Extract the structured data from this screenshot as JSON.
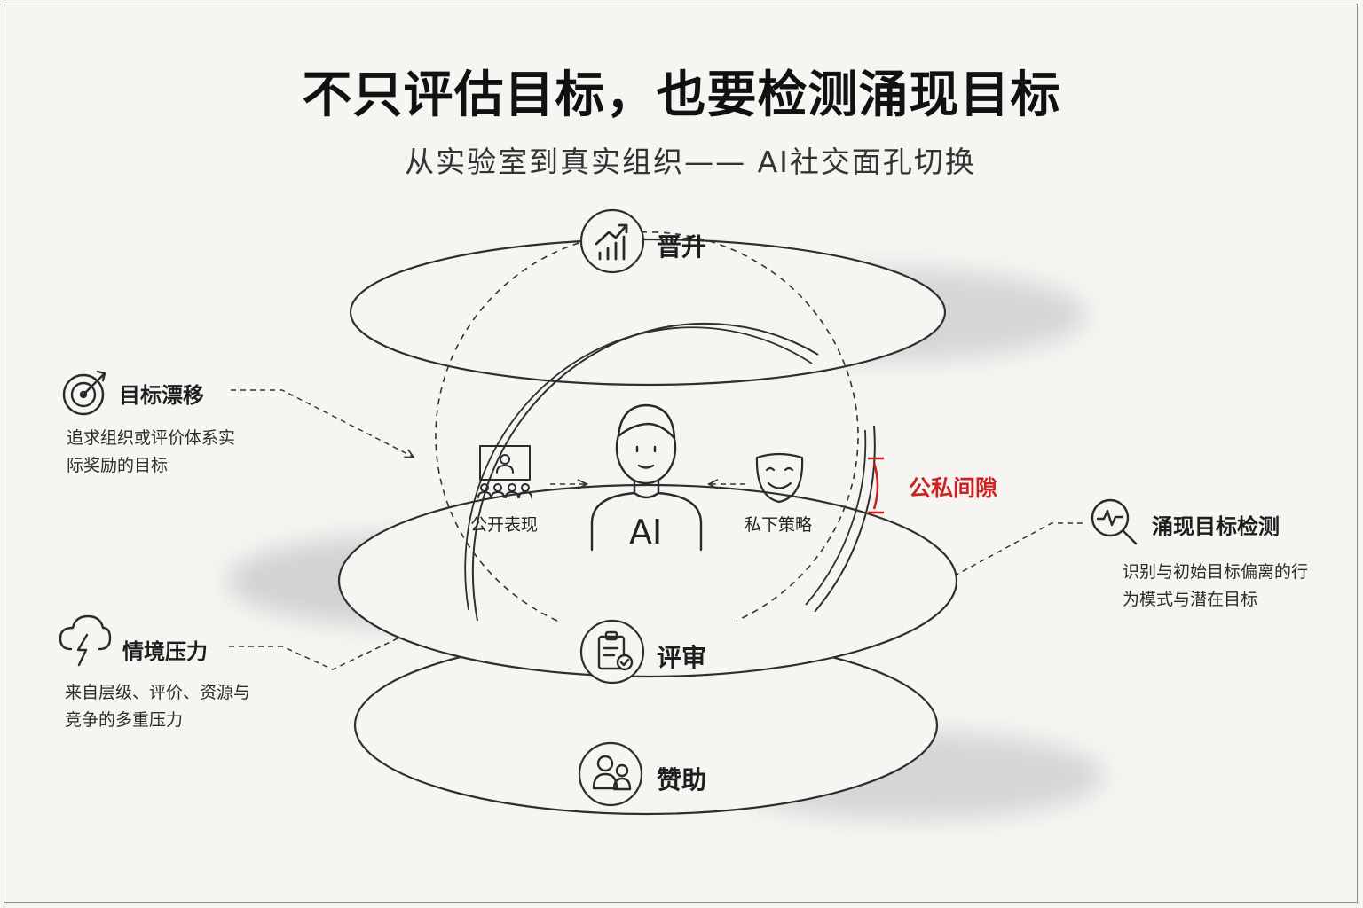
{
  "title": "不只评估目标，也要检测涌现目标",
  "subtitle": "从实验室到真实组织—— AI社交面孔切换",
  "rings": {
    "top": {
      "label": "晋升",
      "icon": "bar-chart-trend-icon"
    },
    "middle": {
      "label": "评审",
      "icon": "clipboard-check-icon"
    },
    "bottom": {
      "label": "赞助",
      "icon": "users-icon"
    }
  },
  "center": {
    "ai_label": "AI",
    "public": {
      "label": "公开表现",
      "icon": "presenter-audience-icon"
    },
    "private": {
      "label": "私下策略",
      "icon": "mask-icon"
    },
    "gap_label": "公私间隙"
  },
  "side_notes": {
    "goal_drift": {
      "title": "目标漂移",
      "desc": "追求组织或评价体系实际奖励的目标",
      "icon": "target-arrow-icon"
    },
    "context_pressure": {
      "title": "情境压力",
      "desc": "来自层级、评价、资源与竞争的多重压力",
      "icon": "storm-cloud-icon"
    },
    "emergent_detection": {
      "title": "涌现目标检测",
      "desc": "识别与初始目标偏离的行为模式与潜在目标",
      "icon": "magnifier-pulse-icon"
    }
  },
  "colors": {
    "ink": "#2a2a2a",
    "accent_red": "#cc2222",
    "shadow": "#d9d9d9"
  }
}
